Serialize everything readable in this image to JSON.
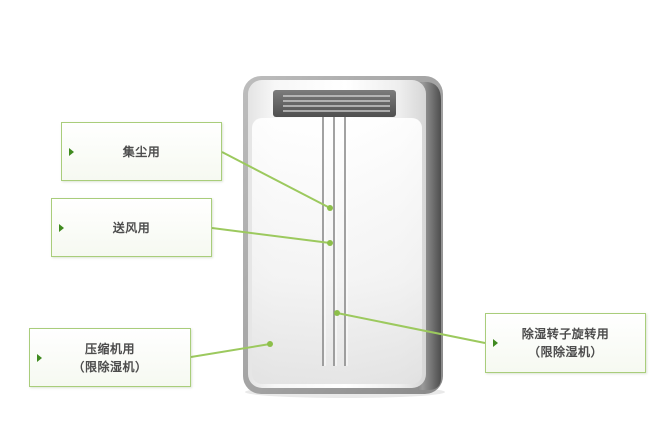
{
  "labels": {
    "dust": {
      "line1": "集尘用"
    },
    "fan": {
      "line1": "送风用"
    },
    "compressor": {
      "line1": "压缩机用",
      "line2": "（限除湿机）"
    },
    "rotor": {
      "line1": "除湿转子旋转用",
      "line2": "（限除湿机）"
    }
  },
  "colors": {
    "accent_line": "#9cc95e",
    "accent_dot": "#8dbf4a",
    "box_border": "#a9cd7b",
    "pointer_triangle": "#3f8a1f",
    "label_text": "#4d4d4d"
  },
  "icons": {
    "pointer": "triangle-right-icon"
  }
}
